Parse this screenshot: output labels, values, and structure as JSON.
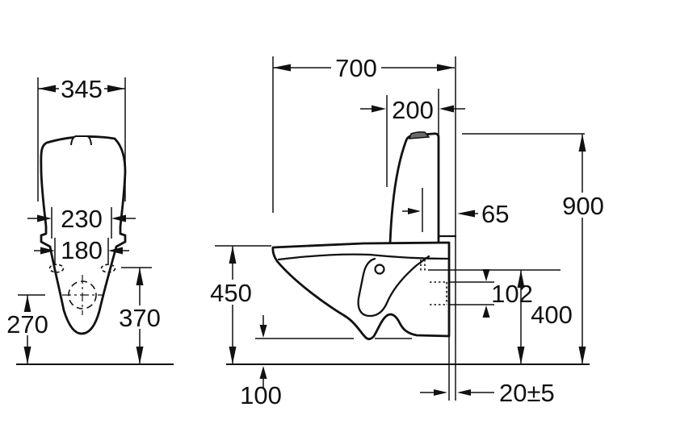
{
  "drawing": {
    "description": "Technical installation drawing of a wall-hung toilet with cistern, front view and side view, dimensions in millimetres",
    "front_view": {
      "overall_width": "345",
      "fixing_cc_outer": "230",
      "fixing_cc_inner": "180",
      "outlet_centre_height": "270",
      "fixing_height": "370"
    },
    "side_view": {
      "overall_depth": "700",
      "cistern_depth": "200",
      "cistern_wall_gap": "65",
      "overall_height": "900",
      "bowl_height": "450",
      "outlet_size": "102",
      "connection_height": "400",
      "underside_clearance": "100",
      "bottom_wall_gap": "20±5"
    },
    "colors": {
      "line": "#111111",
      "background": "#ffffff",
      "button_shade": "#6b6b6b"
    }
  }
}
